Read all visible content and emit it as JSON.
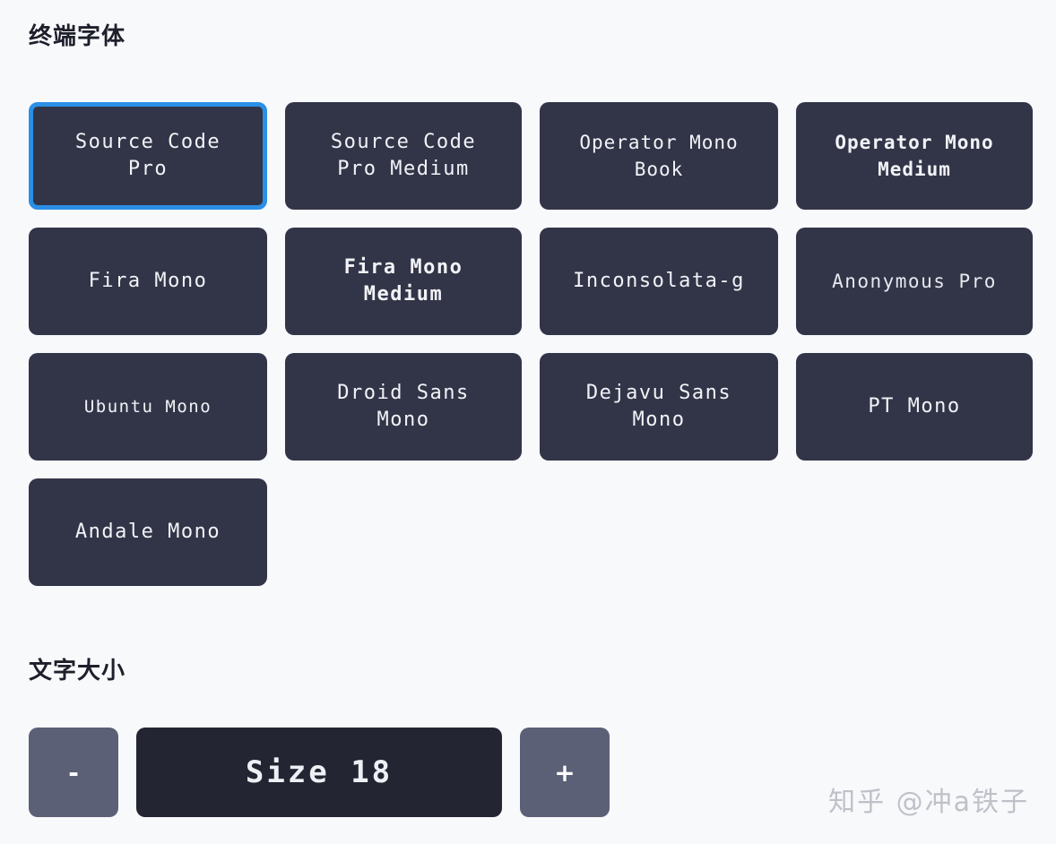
{
  "terminal_font": {
    "title": "终端字体",
    "selected": "Source Code Pro",
    "options": [
      {
        "label": "Source Code Pro"
      },
      {
        "label": "Source Code Pro Medium"
      },
      {
        "label": "Operator Mono Book"
      },
      {
        "label": "Operator Mono Medium"
      },
      {
        "label": "Fira Mono"
      },
      {
        "label": "Fira Mono Medium"
      },
      {
        "label": "Inconsolata-g"
      },
      {
        "label": "Anonymous Pro"
      },
      {
        "label": "Ubuntu Mono"
      },
      {
        "label": "Droid Sans Mono"
      },
      {
        "label": "Dejavu Sans Mono"
      },
      {
        "label": "PT Mono"
      },
      {
        "label": "Andale Mono"
      }
    ]
  },
  "text_size": {
    "title": "文字大小",
    "decrease_label": "-",
    "increase_label": "+",
    "value_display": "Size 18"
  },
  "watermark": "知乎 @冲a铁子",
  "colors": {
    "background": "#f8f9fb",
    "card": "#323548",
    "selected_border": "#2b8fe6",
    "size_button": "#5b6076",
    "size_display": "#232533"
  }
}
